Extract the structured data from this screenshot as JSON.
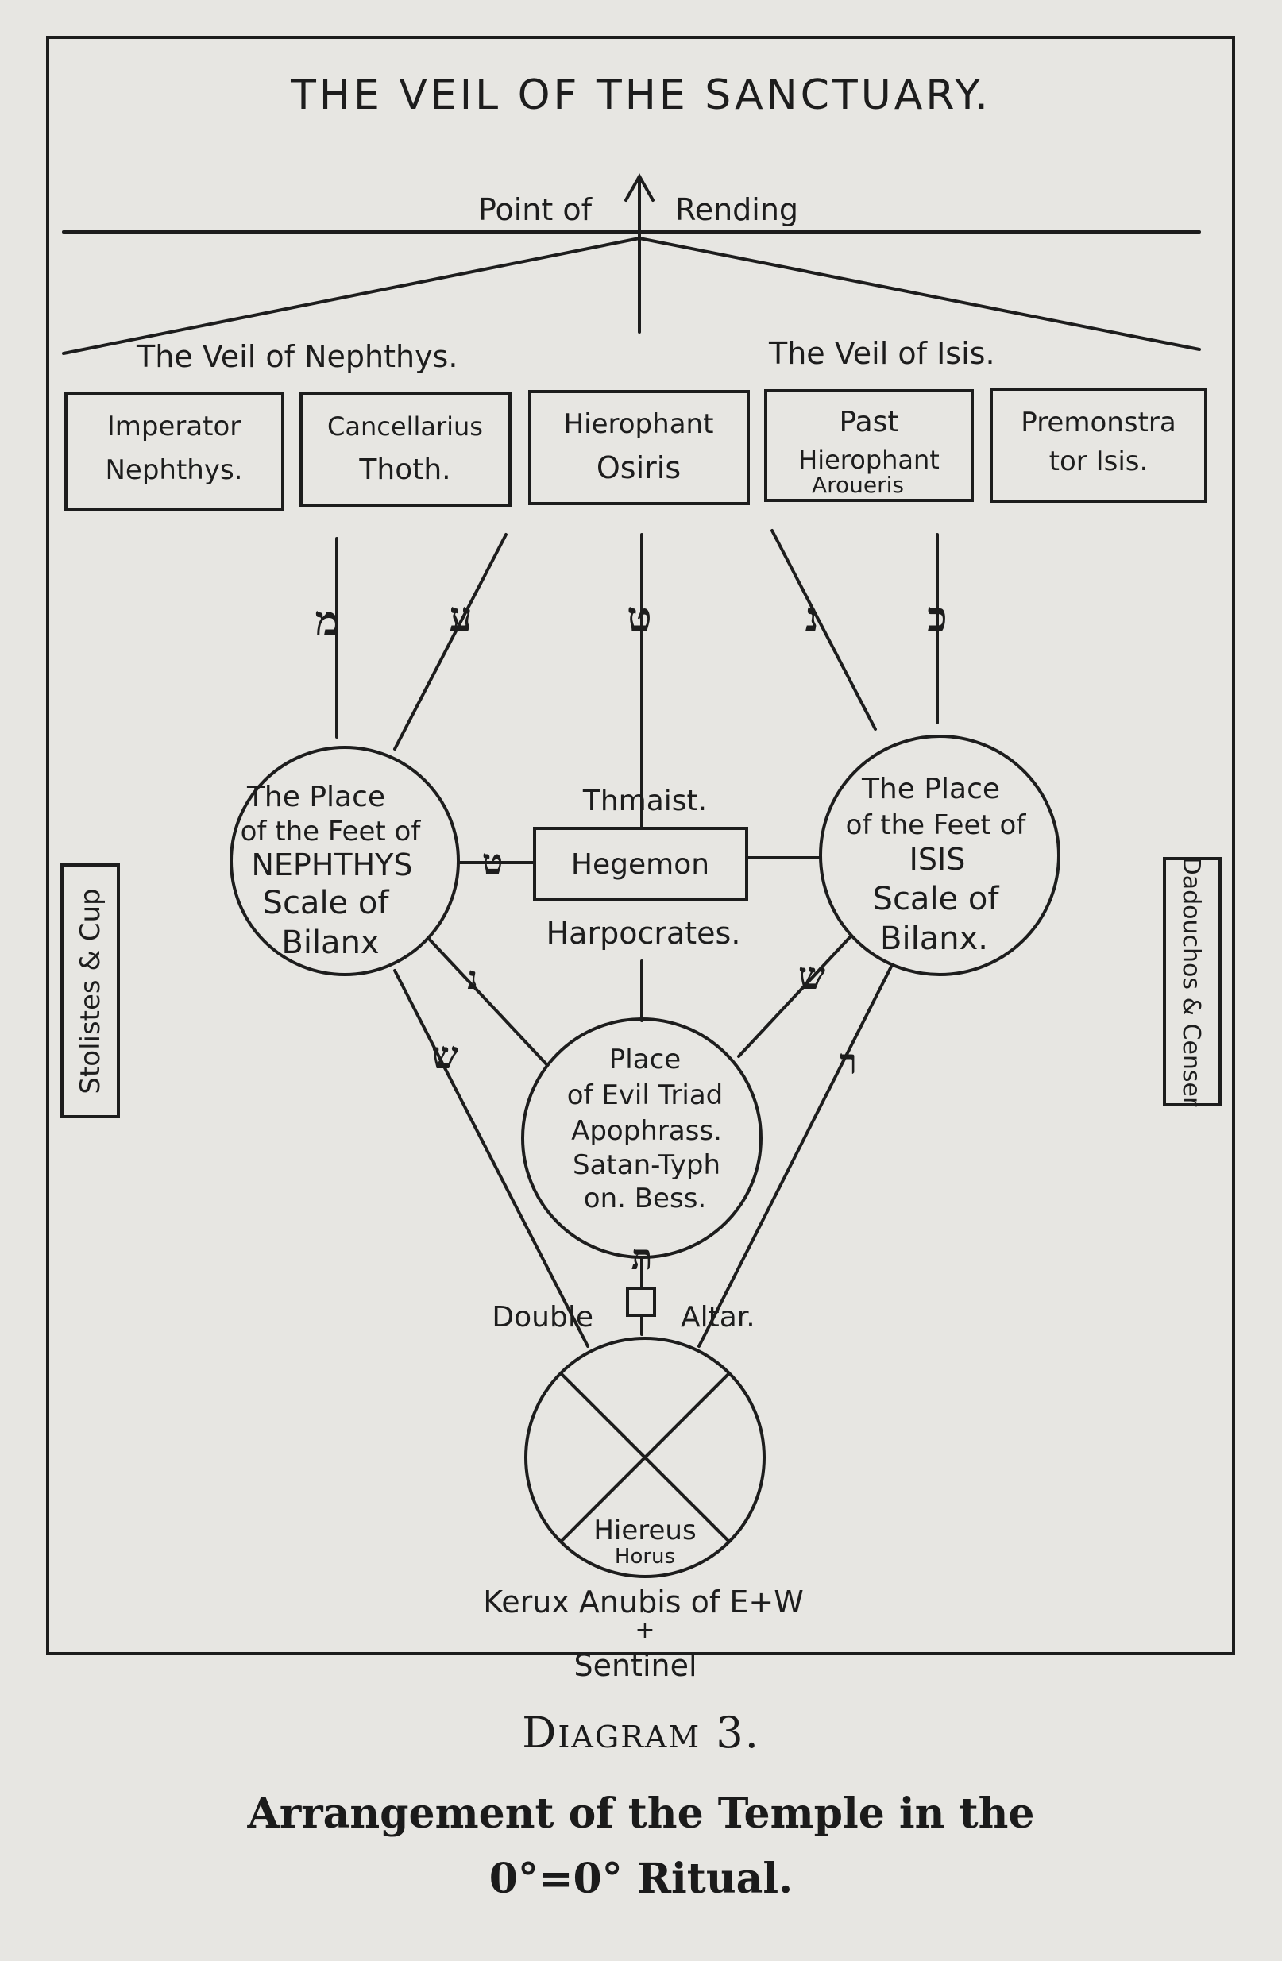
{
  "diagram": {
    "title": "THE VEIL OF THE SANCTUARY.",
    "point_left": "Point of",
    "point_right": "Rending",
    "veil_left": "The Veil of Nephthys.",
    "veil_right": "The Veil of Isis.",
    "stations": [
      {
        "line1": "Imperator",
        "line2": "Nephthys."
      },
      {
        "line1": "Cancellarius",
        "line2": "Thoth."
      },
      {
        "line1": "Hierophant",
        "line2": "Osiris"
      },
      {
        "line1": "Past",
        "line2": "Hierophant",
        "line3": "Aroueris"
      },
      {
        "line1": "Premonstra",
        "line2": "tor Isis."
      }
    ],
    "hebrew": {
      "h1": "מ",
      "h2": "ע",
      "h3": "ט",
      "h4": "נ",
      "h5": "כ",
      "h_hegemon": "ט",
      "h_left_diag": "ש",
      "h_left_lower": "נ",
      "h_right_diag": "ש",
      "h_right_lower": "ר",
      "h_altar": "ת"
    },
    "nephthys": {
      "l1": "The Place",
      "l2": "of the Feet of",
      "l3": "NEPHTHYS",
      "l4": "Scale of",
      "l5": "Bilanx"
    },
    "isis": {
      "l1": "The Place",
      "l2": "of the Feet of",
      "l3": "ISIS",
      "l4": "Scale of",
      "l5": "Bilanx."
    },
    "thmaist": "Thmaist.",
    "hegemon": "Hegemon",
    "harpocrates": "Harpocrates.",
    "evil": {
      "l1": "Place",
      "l2": "of Evil Triad",
      "l3": "Apophrass.",
      "l4": "Satan-Typh",
      "l5": "on. Bess."
    },
    "altar_left": "Double",
    "altar_right": "Altar.",
    "hiereus": "Hiereus",
    "horus": "Horus",
    "kerux": "Kerux Anubis of E+W",
    "amp": "+",
    "sentinel": "Sentinel",
    "stolistes": "Stolistes & Cup",
    "dadouchos": "Dadouchos & Censer"
  },
  "caption": {
    "title": "Diagram 3.",
    "line1": "Arrangement of the Temple in the",
    "line2": "0°=0° Ritual."
  }
}
